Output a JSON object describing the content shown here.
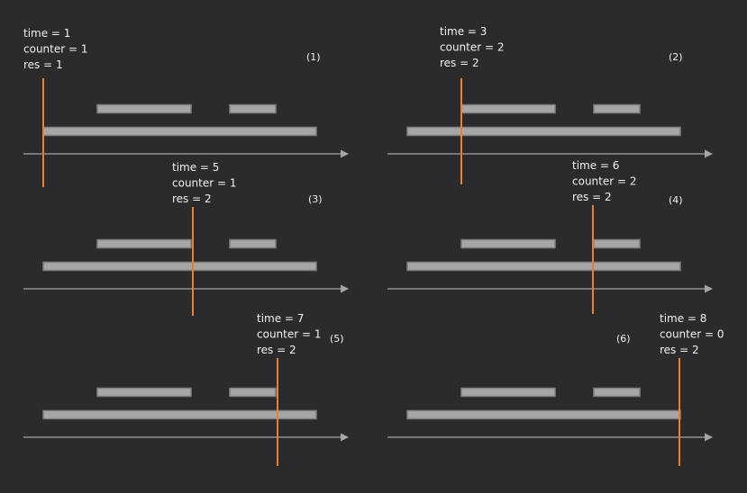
{
  "colors": {
    "background": "#2b2b2d",
    "interval_fill": "#a6a6a6",
    "interval_stroke": "#7f7f7f",
    "axis": "#a6a6a6",
    "marker": "#ed7d31",
    "text": "#f2f2f2"
  },
  "panels": [
    {
      "label": "(1)",
      "lines": [
        "time = 1",
        "counter = 1",
        "res = 1"
      ],
      "time": 1
    },
    {
      "label": "(2)",
      "lines": [
        "time = 3",
        "counter = 2",
        "res = 2"
      ],
      "time": 3
    },
    {
      "label": "(3)",
      "lines": [
        "time = 5",
        "counter = 1",
        "res = 2"
      ],
      "time": 5
    },
    {
      "label": "(4)",
      "lines": [
        "time = 6",
        "counter = 2",
        "res = 2"
      ],
      "time": 6
    },
    {
      "label": "(5)",
      "lines": [
        "time = 7",
        "counter = 1",
        "res = 2"
      ],
      "time": 7
    },
    {
      "label": "(6)",
      "lines": [
        "time = 8",
        "counter = 0",
        "res = 2"
      ],
      "time": 8
    }
  ],
  "intervals": [
    {
      "start": 2,
      "end": 5
    },
    {
      "start": 6,
      "end": 7
    },
    {
      "start": 1,
      "end": 8
    }
  ]
}
